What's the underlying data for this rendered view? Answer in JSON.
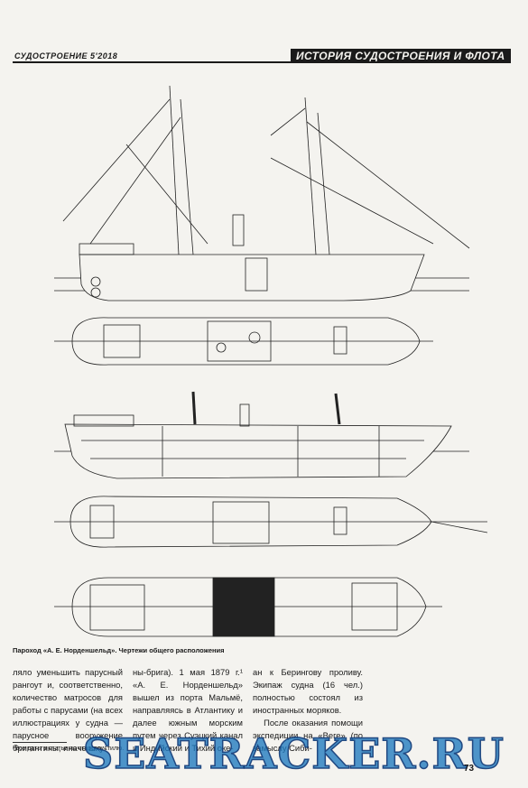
{
  "header": {
    "journal": "СУДОСТРОЕНИЕ 5'2018",
    "section": "ИСТОРИЯ СУДОСТРОЕНИЯ И ФЛОТА"
  },
  "figure": {
    "caption": "Пароход «А. Е. Норденшельд». Чертежи общего расположения"
  },
  "article": {
    "col1": "ляло уменьшить парусный рангоут и, соответственно, количество матросов для работы с парусами (на всех иллюстрациях у судна — парусное вооружение бригантины, иначе шху-",
    "col2": "ны-брига). 1 мая 1879 г.¹ «А. Е. Норденшельд» вышел из порта Мальмё, направляясь в Атлантику и далее южным морским путем через Суэцкий канал и Индийский и Тихий оке-",
    "col3": "ан к Берингову проливу. Экипаж судна (16 чел.) полностью состоял из иностранных моряков.",
    "col3b": "После оказания помощи экспедиции на «Веге» (по замыслу Сиби-"
  },
  "footnote": "¹Все даты в статье по старому стилю.",
  "watermark": "SEATRACKER.RU",
  "page_number": "73"
}
